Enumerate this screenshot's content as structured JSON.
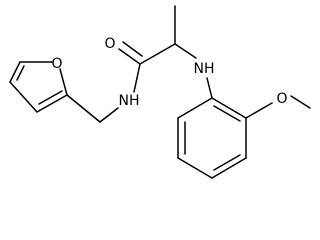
{
  "colors": {
    "bond": "#000000",
    "label": "#000000",
    "background": "#ffffff"
  },
  "atoms": {
    "furan_o": "O",
    "carbonyl_o": "O",
    "amine_nh": "NH",
    "amide_nh": "NH",
    "methoxy_o": "O"
  }
}
